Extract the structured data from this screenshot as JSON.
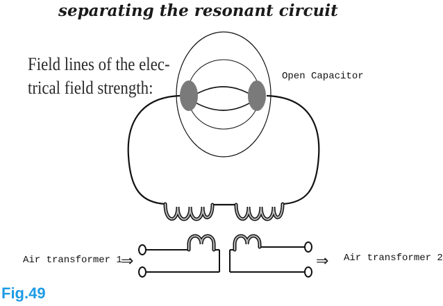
{
  "title": "separating the resonant circuit",
  "field_label": {
    "line1": "Field lines of the elec-",
    "line2": "trical field strength:"
  },
  "labels": {
    "open_capacitor": "Open Capacitor",
    "air_transformer_1": "Air transformer 1",
    "air_transformer_2": "Air transformer 2",
    "arrow": "⇒"
  },
  "figure_caption": "Fig.49",
  "colors": {
    "caption": "#1e9be6",
    "capacitor_plate": "#7a7a7a",
    "line": "#111111",
    "coil_fill": "#9a9a9a"
  }
}
